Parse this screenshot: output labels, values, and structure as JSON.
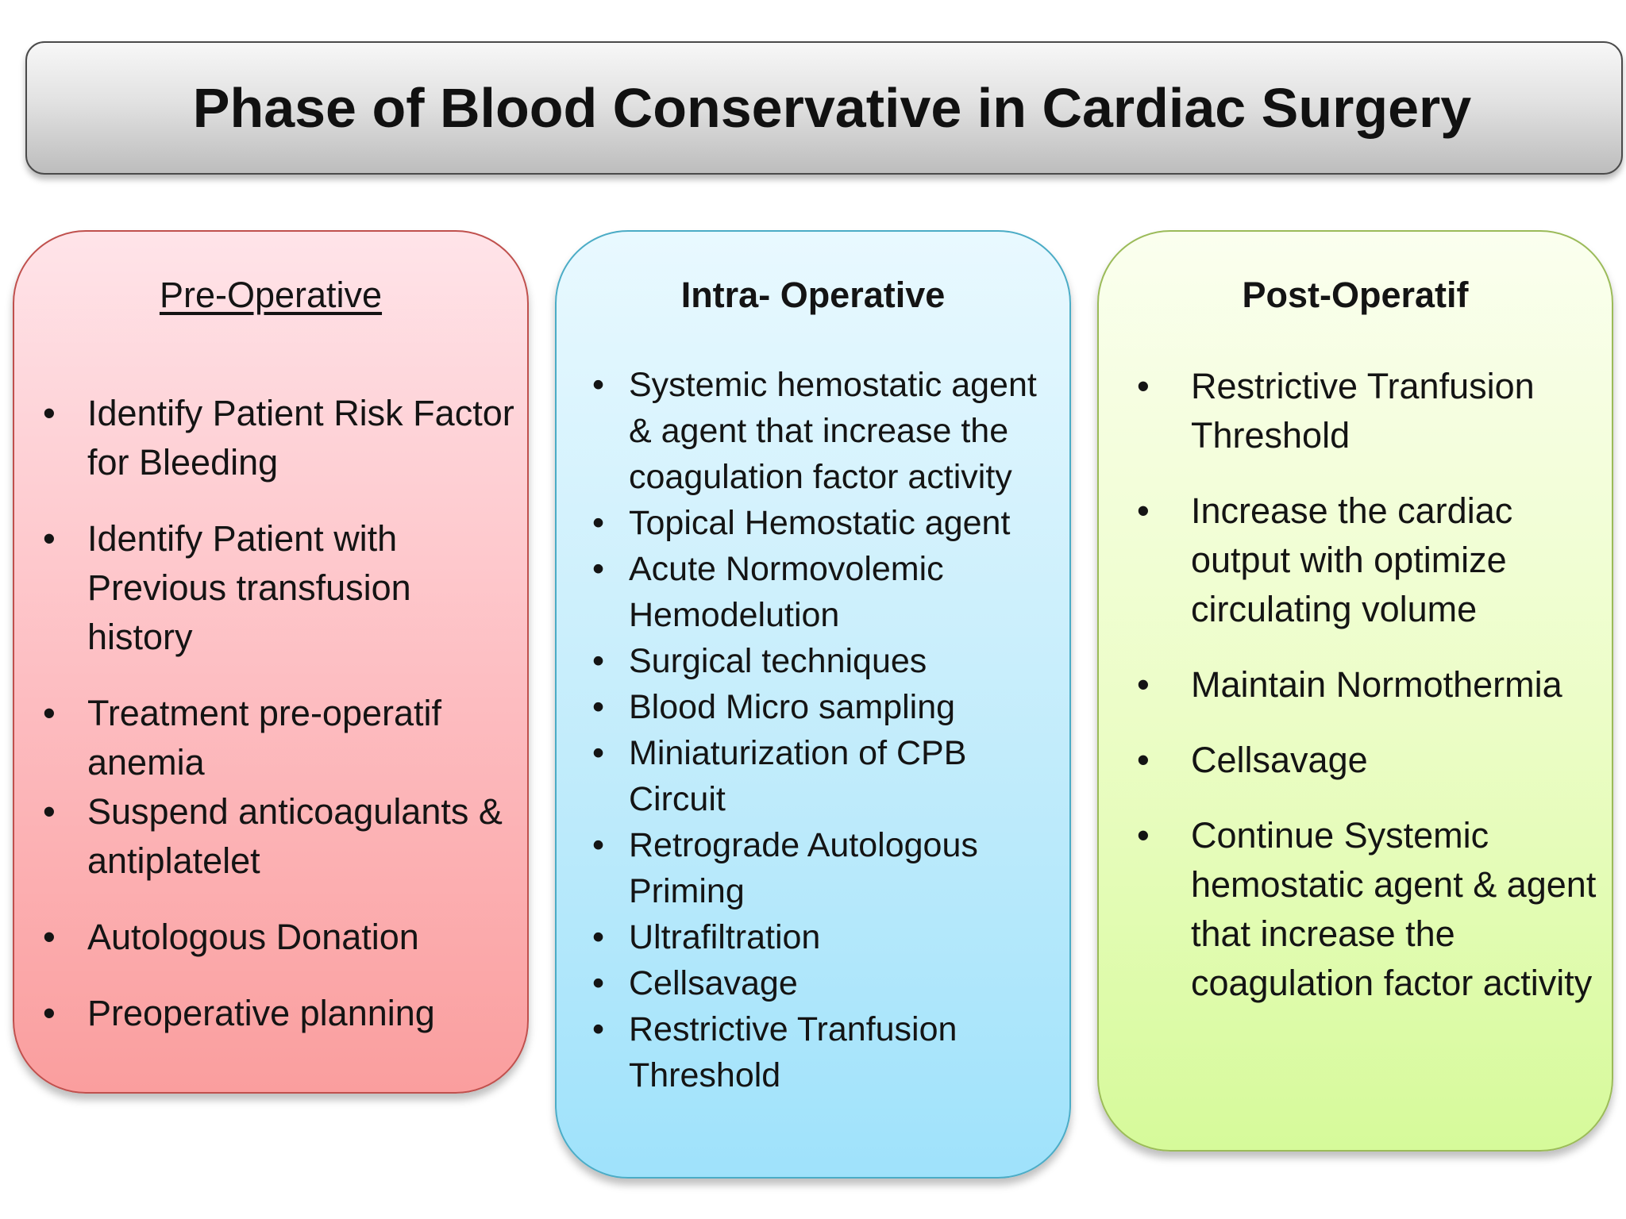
{
  "title": "Phase of Blood Conservative in Cardiac Surgery",
  "bullet_glyph": "•",
  "colors": {
    "pre_fill": "#fdbcc0",
    "pre_border": "#c0504d",
    "intra_fill": "#c2ecfb",
    "intra_border": "#4bacc6",
    "post_fill": "#ebfdc5",
    "post_border": "#9bbb59",
    "title_fill": "#d9d9d9"
  },
  "columns": {
    "pre": {
      "heading": "Pre-Operative",
      "items": [
        "Identify Patient Risk Factor for Bleeding",
        "Identify Patient with Previous transfusion history",
        "Treatment pre-operatif anemia",
        "Suspend anticoagulants & antiplatelet",
        "Autologous Donation",
        "Preoperative planning"
      ]
    },
    "intra": {
      "heading": "Intra- Operative",
      "items": [
        "Systemic hemostatic agent & agent that increase the coagulation factor activity",
        "Topical Hemostatic agent",
        "Acute Normovolemic Hemodelution",
        "Surgical techniques",
        "Blood Micro sampling",
        "Miniaturization of CPB Circuit",
        "Retrograde Autologous Priming",
        "Ultrafiltration",
        "Cellsavage",
        "Restrictive Tranfusion Threshold"
      ]
    },
    "post": {
      "heading": "Post-Operatif",
      "items": [
        "Restrictive Tranfusion Threshold",
        "Increase the cardiac output with optimize circulating volume",
        "Maintain Normothermia",
        "Cellsavage",
        "Continue Systemic hemostatic agent & agent that increase the coagulation factor activity"
      ]
    }
  }
}
